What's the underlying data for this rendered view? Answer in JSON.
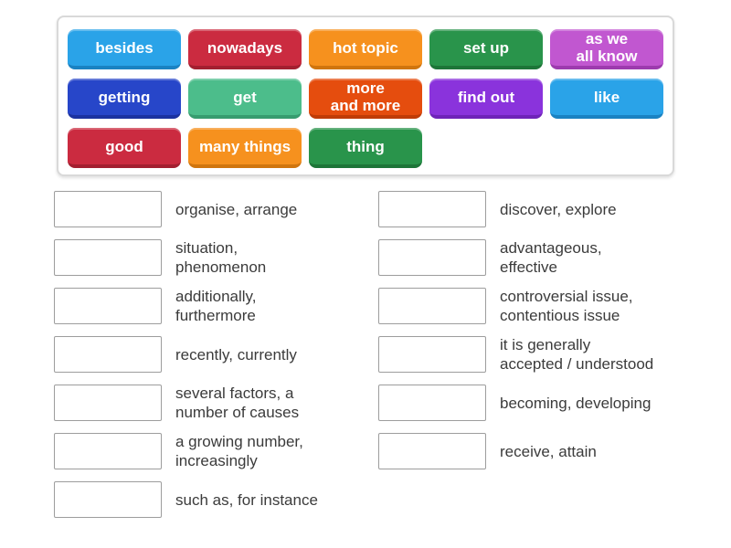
{
  "word_bank": {
    "tiles": [
      {
        "label": "besides",
        "color": "#2aa3e8",
        "edge": "#1a82c2"
      },
      {
        "label": "nowadays",
        "color": "#cb2b40",
        "edge": "#a31f30"
      },
      {
        "label": "hot topic",
        "color": "#f6911e",
        "edge": "#d0750e"
      },
      {
        "label": "set up",
        "color": "#29944b",
        "edge": "#1d7538"
      },
      {
        "label": "as we\nall know",
        "color": "#c157d0",
        "edge": "#9d3bae"
      },
      {
        "label": "getting",
        "color": "#2746c9",
        "edge": "#1b32a0"
      },
      {
        "label": "get",
        "color": "#4cbd8b",
        "edge": "#379c6f"
      },
      {
        "label": "more\nand more",
        "color": "#e54d0e",
        "edge": "#bf3c07"
      },
      {
        "label": "find out",
        "color": "#8a33dc",
        "edge": "#6e23b8"
      },
      {
        "label": "like",
        "color": "#2aa3e8",
        "edge": "#1a82c2"
      },
      {
        "label": "good",
        "color": "#cb2b40",
        "edge": "#a31f30"
      },
      {
        "label": "many things",
        "color": "#f6911e",
        "edge": "#d0750e"
      },
      {
        "label": "thing",
        "color": "#29944b",
        "edge": "#1d7538"
      }
    ]
  },
  "match_list": {
    "left_column": [
      "organise, arrange",
      "situation,\nphenomenon",
      "additionally,\nfurthermore",
      "recently, currently",
      "several factors, a\nnumber of causes",
      "a growing number,\nincreasingly",
      "such as, for instance"
    ],
    "right_column": [
      "discover, explore",
      "advantageous,\neffective",
      "controversial issue,\ncontentious issue",
      "it is generally\naccepted / understood",
      "becoming, developing",
      "receive, attain"
    ]
  }
}
